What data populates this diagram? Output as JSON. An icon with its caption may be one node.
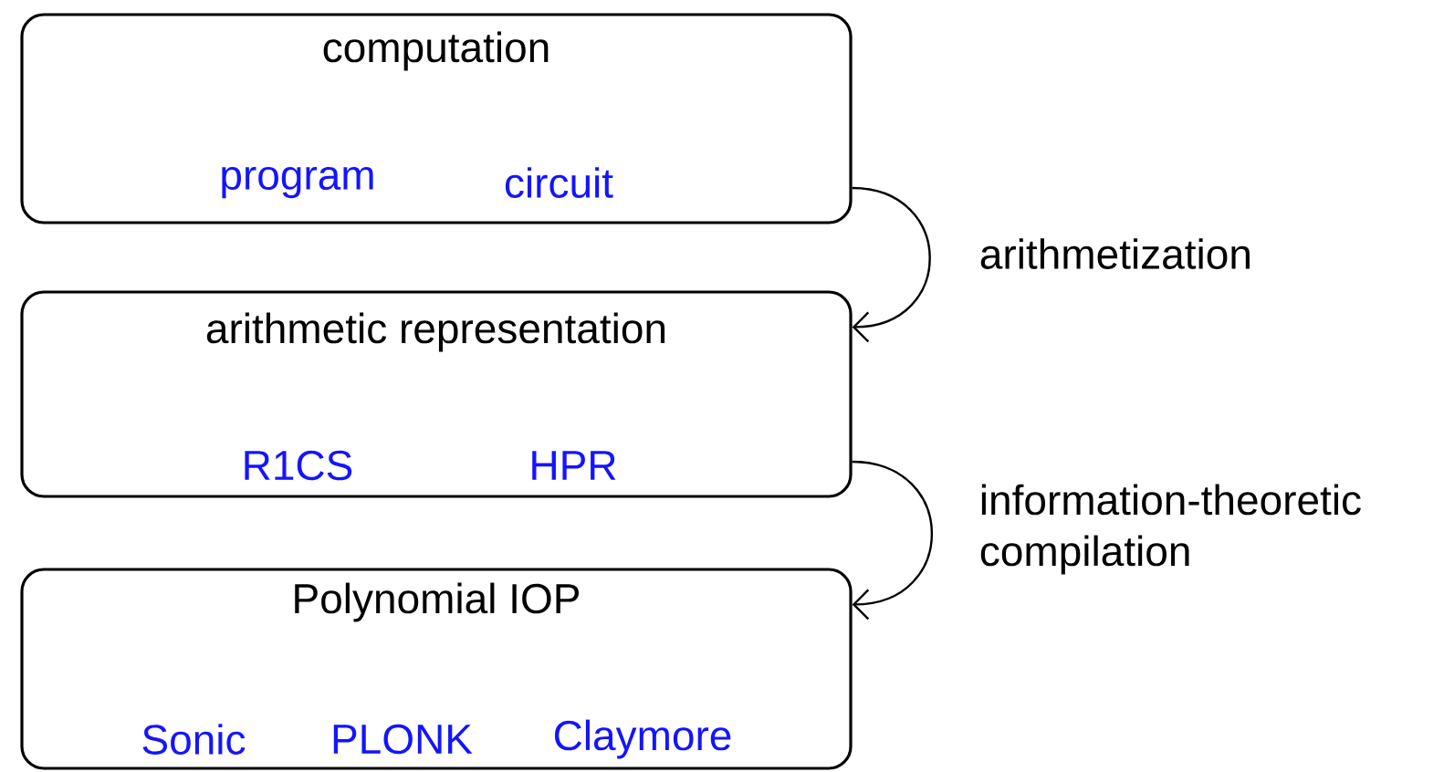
{
  "diagram": {
    "nodes": [
      {
        "text": [
          "computation",
          "program",
          "circuit"
        ]
      },
      {
        "text": [
          "arithmetic representation",
          "R1CS",
          "HPR"
        ]
      },
      {
        "text": [
          "Polynomial IOP",
          "Sonic",
          "PLONK",
          "Claymore"
        ]
      }
    ],
    "edges": [
      {
        "from": 0,
        "to": 1,
        "arrow": "to",
        "label": "arithmetization"
      },
      {
        "from": 1,
        "to": 2,
        "arrow": "to",
        "label": "information-theoretic compilation"
      }
    ]
  }
}
